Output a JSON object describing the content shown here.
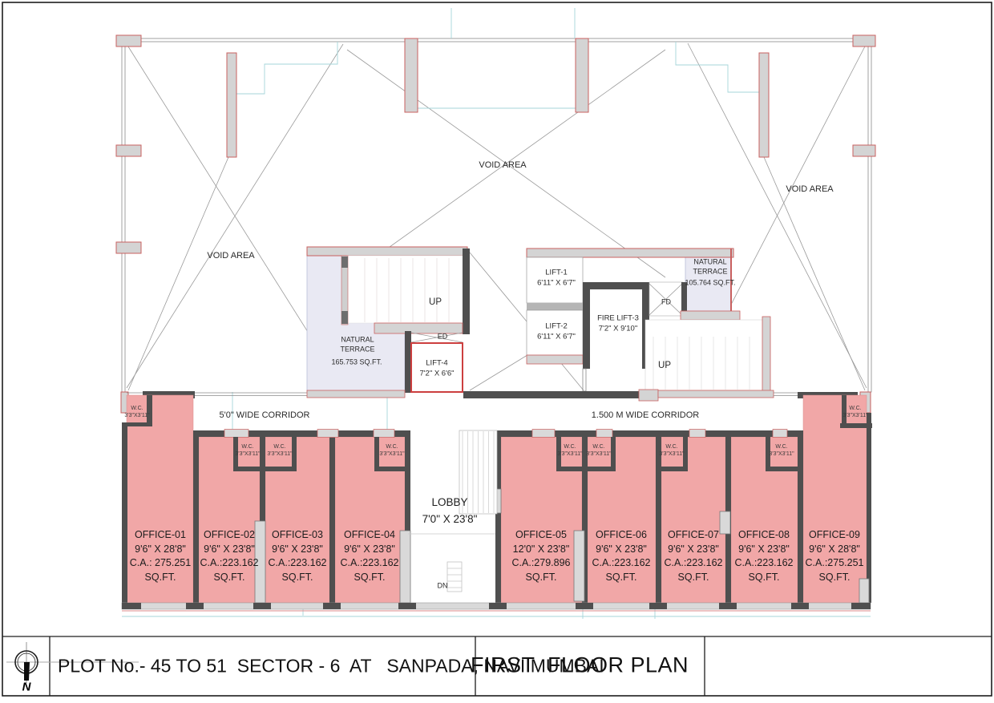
{
  "title_block": {
    "plot_info": "PLOT No.- 45 TO 51  SECTOR - 6  AT   SANPADA, NAVI MUMBAI",
    "plan_title": "FIRST  FLOOR PLAN",
    "north_label": "N"
  },
  "plan": {
    "voids": {
      "left": "VOID AREA",
      "middle": "VOID AREA",
      "right": "VOID AREA"
    },
    "corridors": {
      "left": "5'0\" WIDE CORRIDOR",
      "right": "1.500 M WIDE CORRIDOR"
    },
    "core": {
      "up_left": "UP",
      "up_right": "UP",
      "ed": "ED",
      "fd": "FD",
      "lift1": "LIFT-1\n6'11\" X 6'7\"",
      "lift2": "LIFT-2\n6'11\" X 6'7\"",
      "fire_lift3": "FIRE LIFT-3\n7'2\" X 9'10\"",
      "lift4": "LIFT-4\n7'2\" X 6'6\"",
      "terrace_left_name": "NATURAL\nTERRACE",
      "terrace_left_area": "165.753 SQ.FT.",
      "terrace_right_name": "NATURAL\nTERRACE",
      "terrace_right_area": "105.764 SQ.FT."
    },
    "lobby": {
      "label": "LOBBY\n7'0\" X 23'8\"",
      "dn": "DN"
    },
    "wc_label": "W.C.\n3'3\"X3'11\"",
    "offices": [
      {
        "label": "OFFICE-01\n9'6\" X 28'8\"\nC.A.: 275.251\nSQ.FT."
      },
      {
        "label": "OFFICE-02\n9'6\" X 23'8\"\nC.A.:223.162\nSQ.FT."
      },
      {
        "label": "OFFICE-03\n9'6\" X 23'8\"\nC.A.:223.162\nSQ.FT."
      },
      {
        "label": "OFFICE-04\n9'6\" X 23'8\"\nC.A.:223.162\nSQ.FT."
      },
      {
        "label": "OFFICE-05\n12'0\" X 23'8\"\nC.A.:279.896\nSQ.FT."
      },
      {
        "label": "OFFICE-06\n9'6\" X 23'8\"\nC.A.:223.162\nSQ.FT."
      },
      {
        "label": "OFFICE-07\n9'6\" X 23'8\"\nC.A.:223.162\nSQ.FT."
      },
      {
        "label": "OFFICE-08\n9'6\" X 23'8\"\nC.A.:223.162\nSQ.FT."
      },
      {
        "label": "OFFICE-09\n9'6\" X 28'8\"\nC.A.:275.251\nSQ.FT."
      }
    ]
  },
  "colors": {
    "office_fill": "#f1a7a7",
    "terrace_fill": "#e9e9f3",
    "wall_dark": "#4f4f4f",
    "wall_light": "#d4d4d4",
    "accent_red": "#c9605f",
    "lift_red": "#cc3f3f",
    "slab_cyan": "#a5d5da"
  }
}
